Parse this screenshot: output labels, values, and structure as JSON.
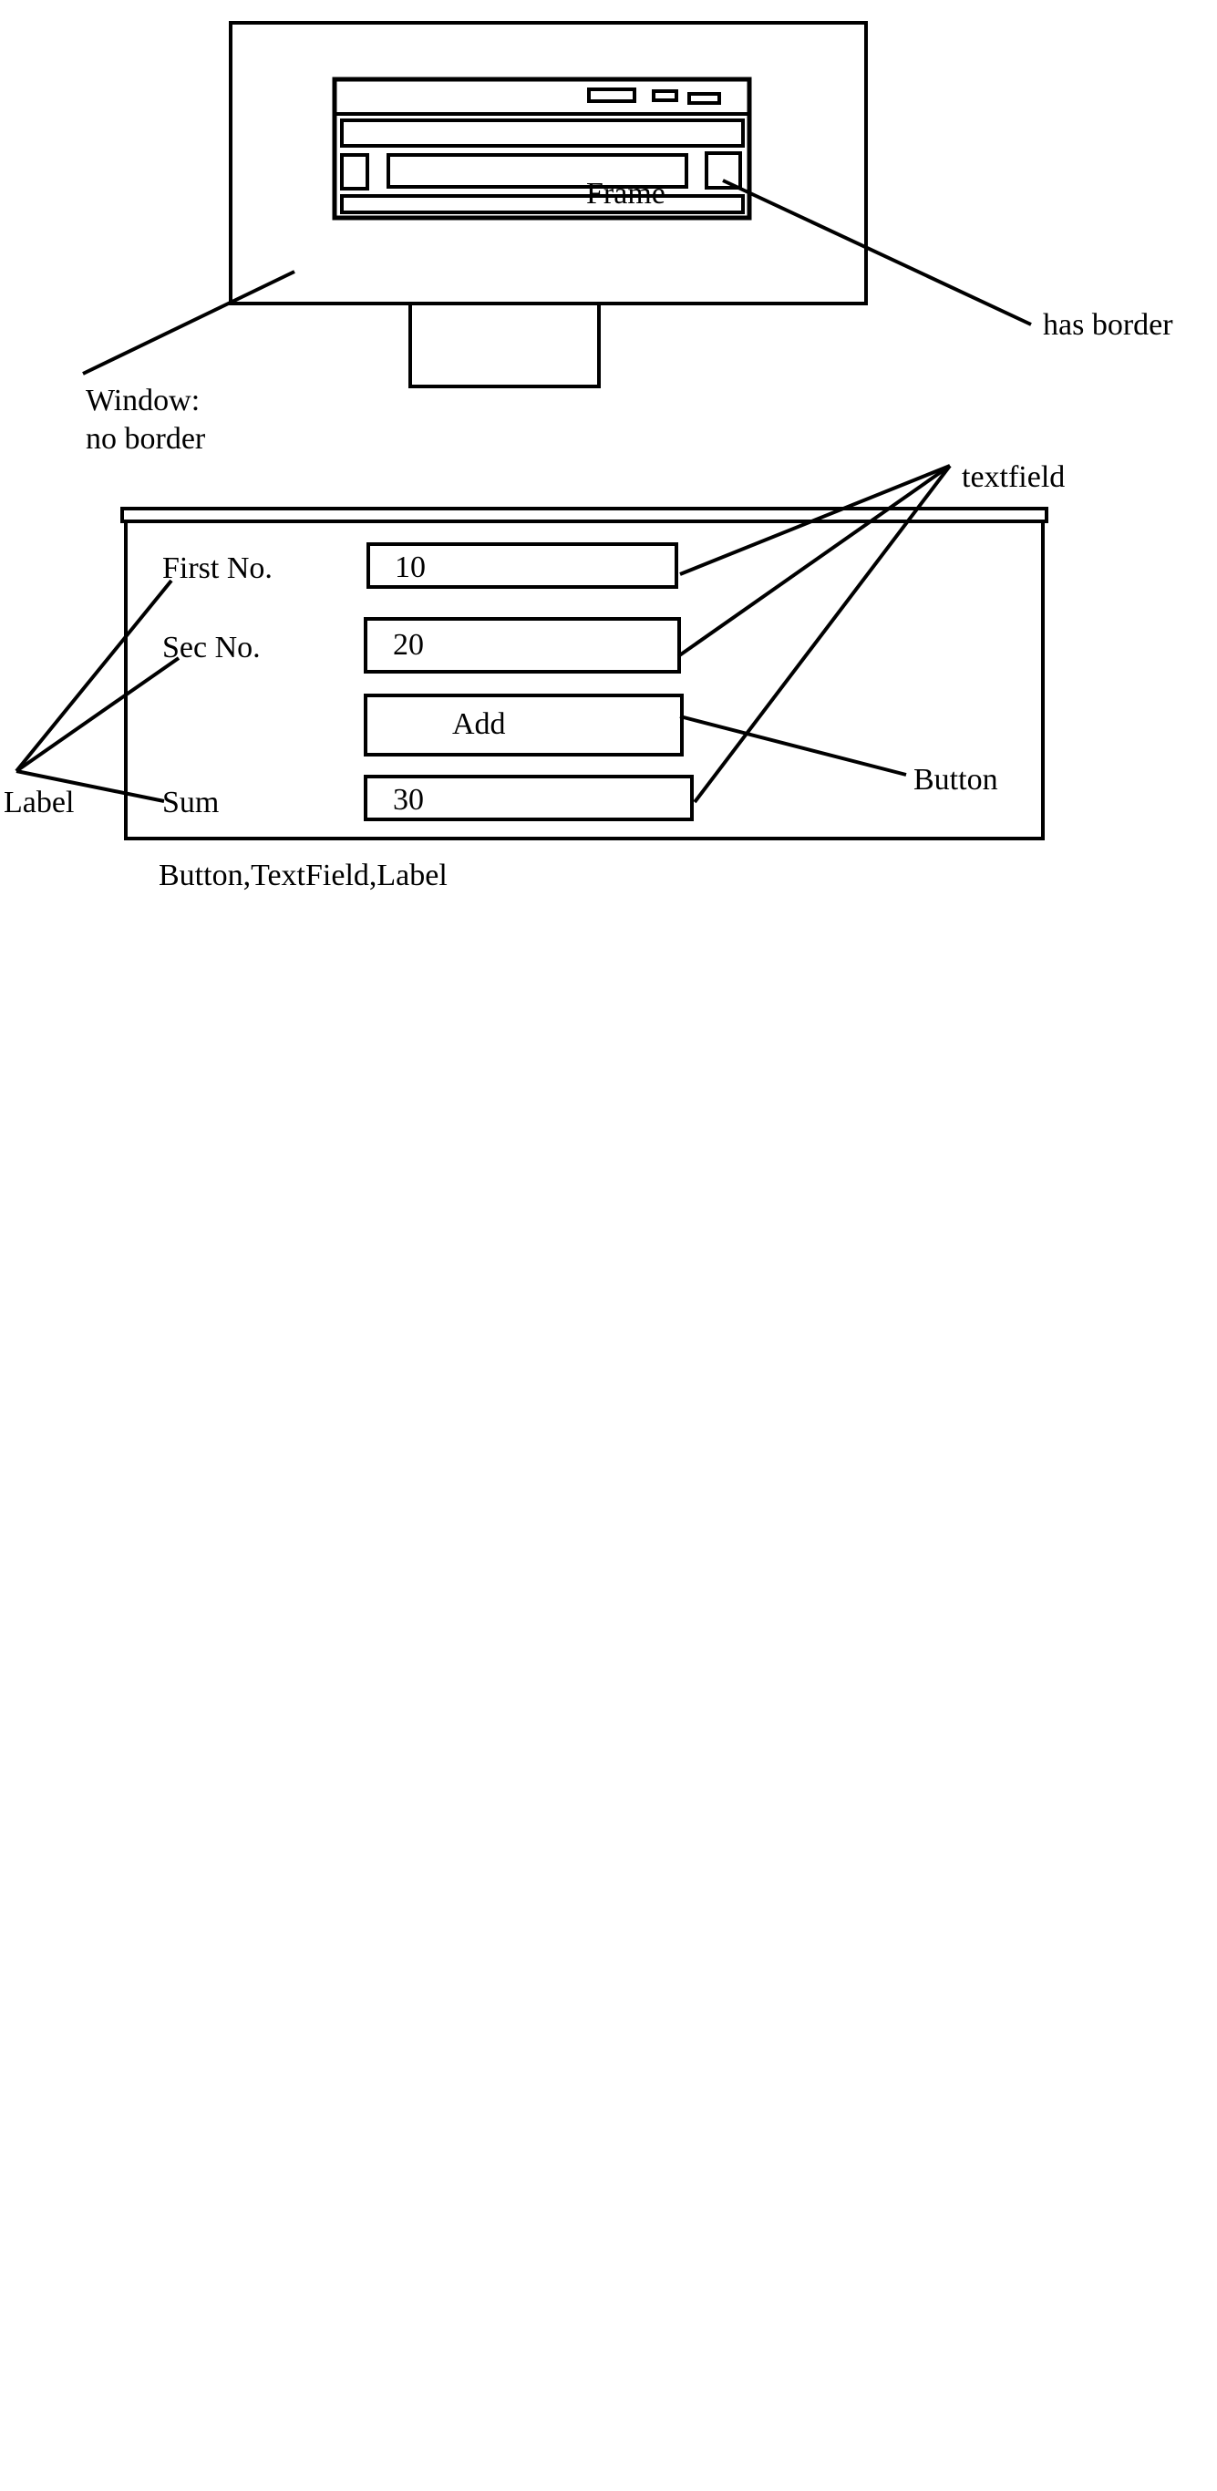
{
  "monitor": {
    "frame_label": "Frame",
    "border_annotation": "has border",
    "window_annotation_line1": "Window:",
    "window_annotation_line2": "no border"
  },
  "form": {
    "fields": [
      {
        "label": "First No.",
        "value": "10"
      },
      {
        "label": "Sec No.",
        "value": "20"
      },
      {
        "label": "Sum",
        "value": "30"
      }
    ],
    "add_button_label": "Add"
  },
  "annotations": {
    "textfield": "textfield",
    "button": "Button",
    "label": "Label",
    "caption": "Button,TextField,Label"
  },
  "colors": {
    "stroke": "#000000",
    "background": "#ffffff"
  }
}
